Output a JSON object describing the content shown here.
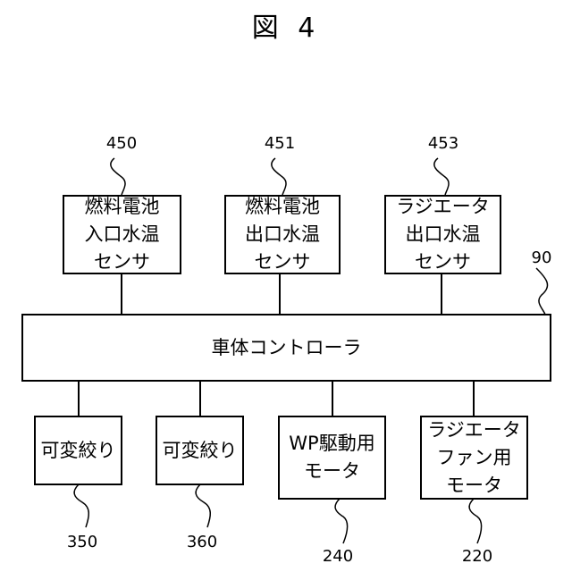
{
  "figure": {
    "title": "図 4"
  },
  "sensors": [
    {
      "ref": "450",
      "lines": [
        "燃料電池",
        "入口水温",
        "センサ"
      ]
    },
    {
      "ref": "451",
      "lines": [
        "燃料電池",
        "出口水温",
        "センサ"
      ]
    },
    {
      "ref": "453",
      "lines": [
        "ラジエータ",
        "出口水温",
        "センサ"
      ]
    }
  ],
  "controller": {
    "ref": "90",
    "label": "車体コントローラ"
  },
  "actuators": [
    {
      "ref": "350",
      "lines": [
        "可変絞り"
      ]
    },
    {
      "ref": "360",
      "lines": [
        "可変絞り"
      ]
    },
    {
      "ref": "240",
      "lines": [
        "WP駆動用",
        "モータ"
      ]
    },
    {
      "ref": "220",
      "lines": [
        "ラジエータ",
        "ファン用",
        "モータ"
      ]
    }
  ]
}
